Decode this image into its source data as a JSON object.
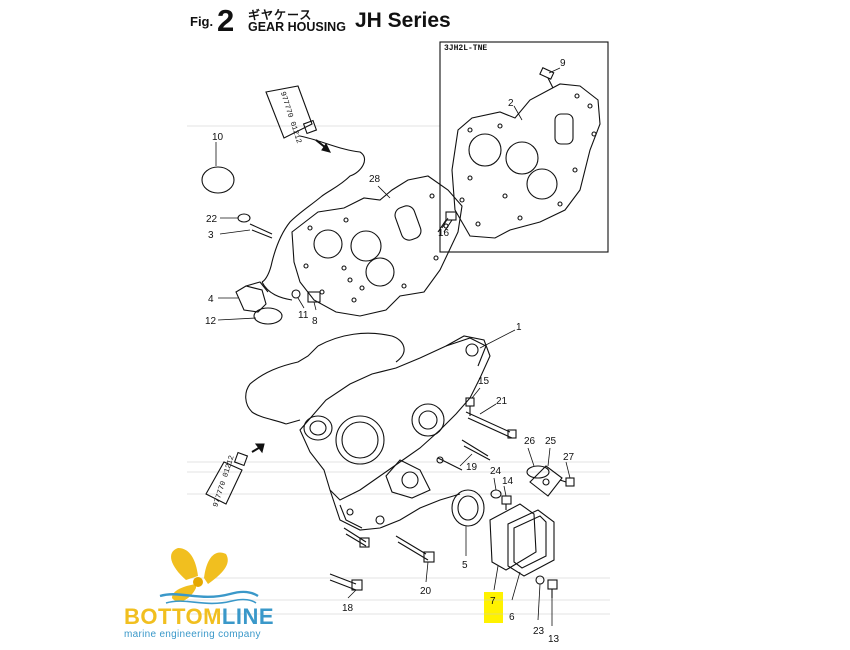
{
  "header": {
    "fig_label": "Fig.",
    "fig_number": "2",
    "title_jp": "ギヤケース",
    "title_en": "GEAR HOUSING",
    "series": "JH Series"
  },
  "inset": {
    "label": "3JH2L-TNE"
  },
  "tube_codes": {
    "upper": "977770 01212",
    "lower": "977770 01212"
  },
  "callouts": {
    "c1": "1",
    "c2": "2",
    "c3": "3",
    "c4": "4",
    "c5": "5",
    "c6": "6",
    "c7": "7",
    "c8": "8",
    "c9": "9",
    "c10": "10",
    "c11": "11",
    "c12": "12",
    "c13": "13",
    "c14": "14",
    "c15": "15",
    "c16": "16",
    "c18": "18",
    "c19": "19",
    "c20": "20",
    "c21": "21",
    "c22": "22",
    "c23": "23",
    "c24": "24",
    "c25": "25",
    "c26": "26",
    "c27": "27",
    "c28": "28"
  },
  "logo": {
    "word_part1": "BOTTOM",
    "word_part2": "LINE",
    "subtitle": "marine engineering company"
  },
  "colors": {
    "highlight": "#fff200",
    "logo_yellow": "#f1bf1f",
    "logo_blue": "#3a98c9",
    "line": "#111111"
  }
}
